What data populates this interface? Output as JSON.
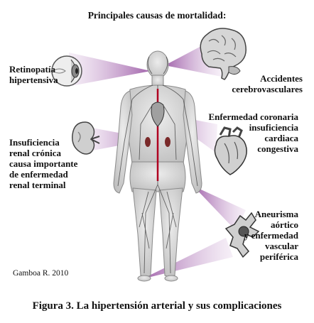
{
  "title": "Principales causas de mortalidad:",
  "labels": {
    "retinopatia": "Retinopatía\nhipertensiva",
    "accidentes": "Accidentes\ncerebrovasculares",
    "coronaria": "Enfermedad coronaria\ninsuficiencia\ncardiaca\ncongestiva",
    "renal": "Insuficiencia\nrenal crónica\ncausa importante\nde enfermedad\nrenal terminal",
    "aneurisma": "Aneurisma\naórtico\ny enfermedad\nvascular\nperiférica"
  },
  "credit": "Gamboa R. 2010",
  "caption": "Figura 3. La hipertensión arterial y sus complicaciones",
  "colors": {
    "beam": "#9c5aa6",
    "beam_light": "#e6d3ea",
    "body": "#d4d4d4",
    "vessel": "#3a3a3a",
    "artery": "#b00020"
  },
  "icons": [
    "eye-icon",
    "brain-icon",
    "heart-icon",
    "kidney-icon",
    "aorta-icon"
  ]
}
